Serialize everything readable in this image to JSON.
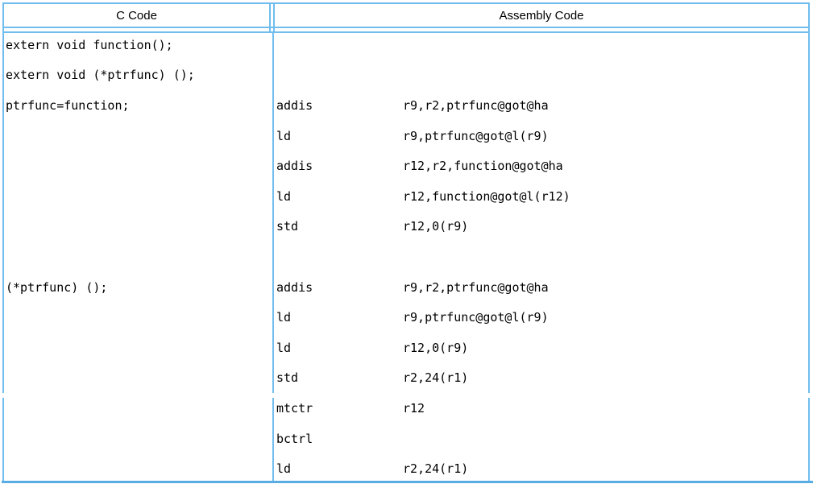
{
  "header": {
    "c_col": "C Code",
    "asm_col": "Assembly Code"
  },
  "lines": [
    {
      "c": "extern void function();",
      "m": "",
      "o": ""
    },
    {
      "c": "extern void (*ptrfunc) ();",
      "m": "",
      "o": ""
    },
    {
      "c": "ptrfunc=function;",
      "m": "addis",
      "o": "r9,r2,ptrfunc@got@ha"
    },
    {
      "c": "",
      "m": "ld",
      "o": "r9,ptrfunc@got@l(r9)"
    },
    {
      "c": "",
      "m": "addis",
      "o": "r12,r2,function@got@ha"
    },
    {
      "c": "",
      "m": "ld",
      "o": "r12,function@got@l(r12)"
    },
    {
      "c": "",
      "m": "std",
      "o": "r12,0(r9)"
    },
    {
      "c": "",
      "m": "",
      "o": ""
    },
    {
      "c": "(*ptrfunc) ();",
      "m": "addis",
      "o": "r9,r2,ptrfunc@got@ha"
    },
    {
      "c": "",
      "m": "ld",
      "o": "r9,ptrfunc@got@l(r9)"
    },
    {
      "c": "",
      "m": "ld",
      "o": "r12,0(r9)"
    },
    {
      "c": "",
      "m": "std",
      "o": "r2,24(r1)"
    },
    {
      "c": "",
      "m": "mtctr",
      "o": "r12"
    },
    {
      "c": "",
      "m": "bctrl",
      "o": ""
    },
    {
      "c": "",
      "m": "ld",
      "o": "r2,24(r1)"
    }
  ],
  "colors": {
    "border_blue": "#70bdee",
    "border_blue_dark": "#58ade4",
    "text": "#000000",
    "background": "#ffffff"
  }
}
